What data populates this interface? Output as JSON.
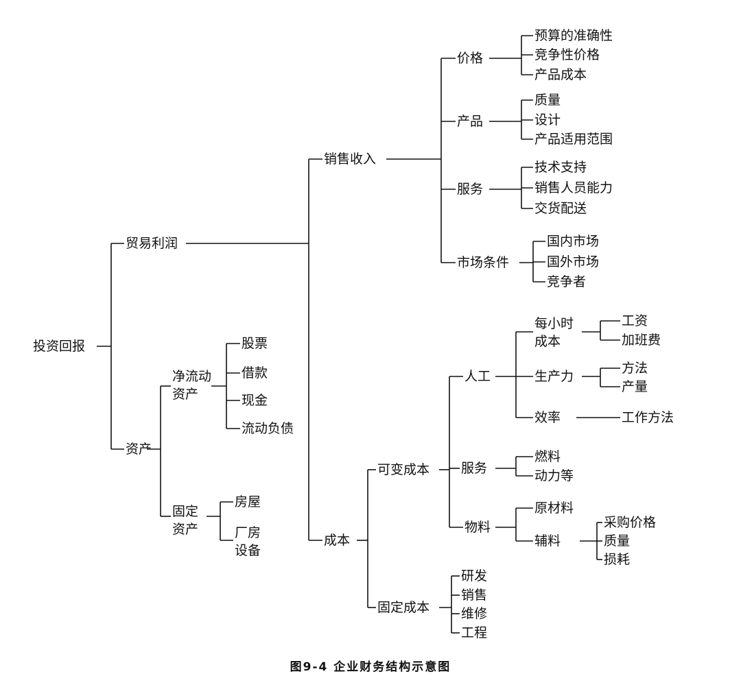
{
  "caption": "图9-4  企业财务结构示意图",
  "nodes": {
    "root": "投资回报",
    "trade_profit": "贸易利润",
    "assets": "资产",
    "sales_revenue": "销售收入",
    "cost": "成本",
    "price": "价格",
    "budget_accuracy": "预算的准确性",
    "competitive_price": "竞争性价格",
    "product_cost": "产品成本",
    "product": "产品",
    "quality": "质量",
    "design": "设计",
    "product_scope": "产品适用范围",
    "service": "服务",
    "tech_support": "技术支持",
    "sales_staff": "销售人员能力",
    "delivery": "交货配送",
    "market": "市场条件",
    "domestic_market": "国内市场",
    "foreign_market": "国外市场",
    "competitors": "竞争者",
    "net_current_assets": "净流动\n资产",
    "stocks": "股票",
    "loans": "借款",
    "cash": "现金",
    "current_liabilities": "流动负债",
    "fixed_assets": "固定\n资产",
    "buildings": "房屋",
    "plant_equipment": "厂房\n设备",
    "variable_cost": "可变成本",
    "fixed_cost": "固定成本",
    "labor": "人工",
    "hourly_cost": "每小时\n成本",
    "wages": "工资",
    "overtime": "加班费",
    "productivity": "生产力",
    "method": "方法",
    "output": "产量",
    "efficiency": "效率",
    "work_method": "工作方法",
    "v_service": "服务",
    "fuel": "燃料",
    "power": "动力等",
    "materials": "物料",
    "raw_materials": "原材料",
    "aux_materials": "辅料",
    "purchase_price": "采购价格",
    "aux_quality": "质量",
    "loss": "损耗",
    "rnd": "研发",
    "f_sales": "销售",
    "maintenance": "维修",
    "engineering": "工程"
  }
}
